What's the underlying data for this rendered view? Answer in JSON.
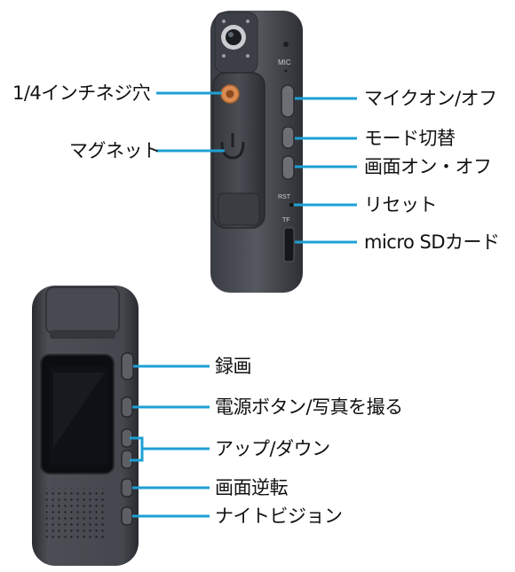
{
  "colors": {
    "leader_line": "#1ea0d4",
    "body_dark": "#2f3136",
    "body_mid": "#4a4d53",
    "body_light": "#6b6e74",
    "lens_ring": "#c9cdd2",
    "tripod_socket": "#d98a52",
    "screen": "#0b0d10",
    "indicator_led": "#2f7fd8",
    "label_text": "#111111"
  },
  "top_device": {
    "body_markings": {
      "mic": "MIC",
      "rst": "RST",
      "tf": "TF"
    },
    "callouts": [
      {
        "id": "tripod-hole",
        "text": "1/4インチネジ穴",
        "side": "left"
      },
      {
        "id": "magnet",
        "text": "マグネット",
        "side": "left"
      },
      {
        "id": "mic-switch",
        "text": "マイクオン/オフ",
        "side": "right"
      },
      {
        "id": "mode-switch",
        "text": "モード切替",
        "side": "right"
      },
      {
        "id": "screen-toggle",
        "text": "画面オン・オフ",
        "side": "right"
      },
      {
        "id": "reset",
        "text": "リセット",
        "side": "right"
      },
      {
        "id": "sd-card",
        "text": "micro SDカード",
        "side": "right"
      }
    ]
  },
  "bottom_device": {
    "callouts": [
      {
        "id": "record",
        "text": "録画"
      },
      {
        "id": "power-photo",
        "text": "電源ボタン/写真を撮る"
      },
      {
        "id": "up-down",
        "text": "アップ/ダウン"
      },
      {
        "id": "flip-screen",
        "text": "画面逆転"
      },
      {
        "id": "night-vision",
        "text": "ナイトビジョン"
      }
    ]
  }
}
